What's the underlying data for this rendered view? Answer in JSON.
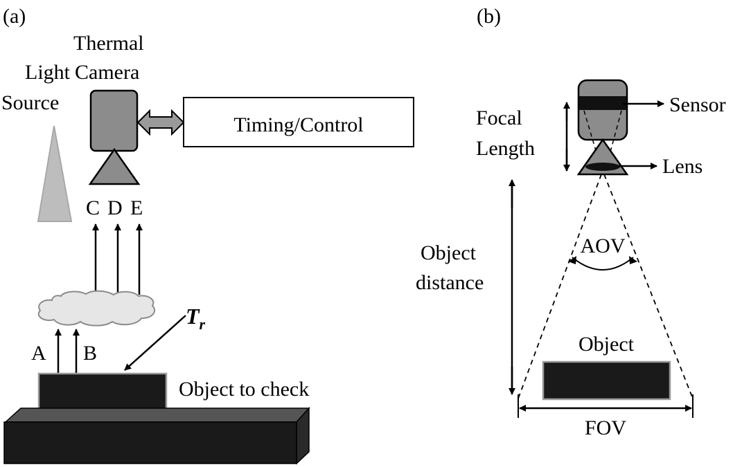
{
  "panel_a": {
    "tag": "(a)",
    "light_source": {
      "line1": "Light",
      "line2": "Source"
    },
    "thermal_camera": {
      "line1": "Thermal",
      "line2": "Camera"
    },
    "timing_control": "Timing/Control",
    "arrows_up": {
      "c": "C",
      "d": "D",
      "e": "E"
    },
    "arrows_in": {
      "a": "A",
      "b": "B"
    },
    "tr": {
      "main": "T",
      "sub": "r"
    },
    "object_label": "Object to check"
  },
  "panel_b": {
    "tag": "(b)",
    "sensor": "Sensor",
    "lens": "Lens",
    "focal_length": {
      "line1": "Focal",
      "line2": "Length"
    },
    "object_distance": {
      "line1": "Object",
      "line2": "distance"
    },
    "aov": "AOV",
    "object": "Object",
    "fov": "FOV"
  },
  "colors": {
    "camera_body": "#8c8c8c",
    "light_beam": "#bdbdbd",
    "object_fill": "#1a1a1a",
    "cloud_fill": "#e6e6e6",
    "sensor_band": "#111111"
  }
}
